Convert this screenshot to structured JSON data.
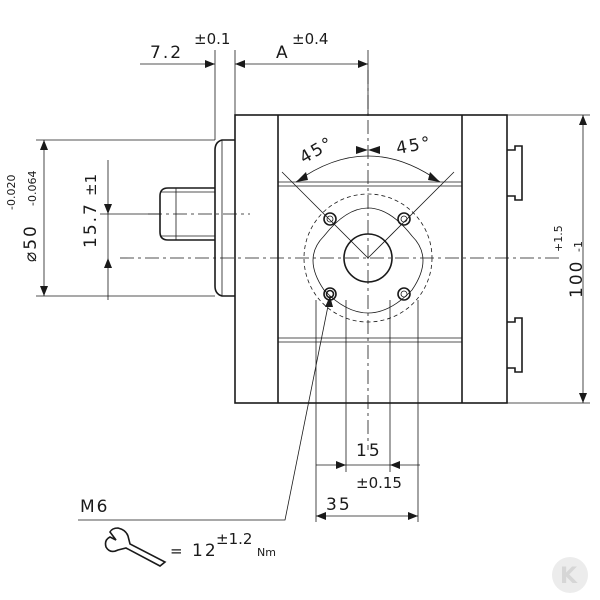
{
  "dimensions": {
    "shaft_offset": {
      "value": "7.2",
      "tolerance": "±0.1"
    },
    "a_length": {
      "value": "A",
      "tolerance": "±0.4"
    },
    "angle_left": "45°",
    "angle_right": "45°",
    "pilot_diameter": {
      "value": "⌀50",
      "tol_upper": "-0.020",
      "tol_lower": "-0.064"
    },
    "shaft_height": {
      "value": "15.7",
      "tolerance": "±1"
    },
    "body_height": {
      "value": "100",
      "tol_upper": "+1.5",
      "tol_lower": "-1"
    },
    "port_spacing_15": {
      "value": "15",
      "tolerance": "±0.15"
    },
    "port_spacing_35": {
      "value": "35"
    }
  },
  "thread_label": "M6",
  "torque": {
    "prefix": "=",
    "value": "12",
    "tolerance": "±1.2",
    "unit": "Nm"
  },
  "logo": {
    "letter": "K",
    "icon": "brand-logo-icon",
    "color": "#d6d6d6"
  }
}
